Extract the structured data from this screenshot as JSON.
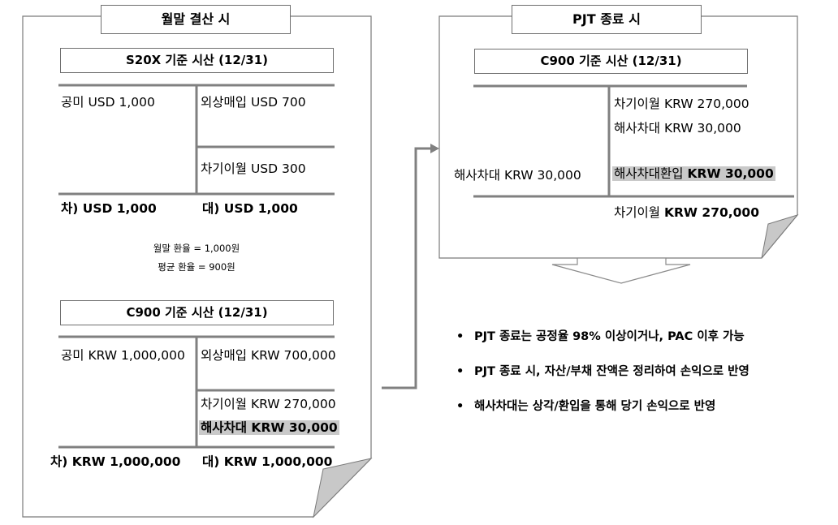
{
  "left_panel": {
    "header": "월말 결산 시",
    "usd_tb": {
      "title": "S20X 기준 시산 (12/31)",
      "debit_1": "공미 USD 1,000",
      "credit_1": "외상매입 USD 700",
      "credit_2": "차기이월 USD 300",
      "debit_total": "차) USD 1,000",
      "credit_total": "대) USD 1,000"
    },
    "rates": {
      "month_end": "월말 환율 = 1,000원",
      "average": "평균 환율 = 900원"
    },
    "krw_tb": {
      "title": "C900 기준 시산 (12/31)",
      "debit_1": "공미 KRW 1,000,000",
      "credit_1": "외상매입 KRW 700,000",
      "credit_2": "차기이월 KRW 270,000",
      "credit_3": "해사차대 KRW 30,000",
      "debit_total": "차) KRW 1,000,000",
      "credit_total": "대) KRW 1,000,000"
    }
  },
  "right_panel": {
    "header": "PJT 종료 시",
    "tb": {
      "title": "C900 기준 시산 (12/31)",
      "credit_1": "차기이월 KRW 270,000",
      "credit_2": "해사차대 KRW 30,000",
      "debit_1": "해사차대 KRW 30,000",
      "credit_3_prefix": "해사차대환입 ",
      "credit_3_amount": "KRW 30,000",
      "credit_total_prefix": "차기이월 ",
      "credit_total_amount": "KRW 270,000"
    }
  },
  "bullets": [
    "PJT 종료는 공정율 98% 이상이거나, PAC 이후 가능",
    "PJT 종료 시, 자산/부채 잔액은 정리하여 손익으로 반영",
    "해사차대는 상각/환입을 통해 당기 손익으로 반영"
  ],
  "bullet_symbol": "•",
  "colors": {
    "line": "#808080",
    "highlight": "#c9c9c9",
    "fold": "#c0c0c0"
  }
}
